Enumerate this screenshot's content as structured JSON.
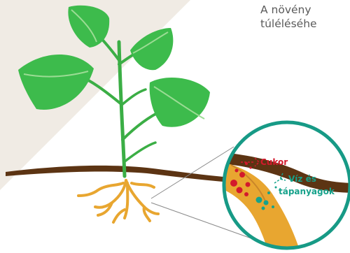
{
  "caption": {
    "line1": "A növény",
    "line2": "túléléséhe"
  },
  "inset": {
    "sugar_label": "Cukor",
    "water_label_line1": "Víz és",
    "water_label_line2": "tápanyagok"
  },
  "colors": {
    "background_triangle": "#f0ebe4",
    "leaf": "#3dbb4c",
    "leaf_vein": "#9bdc94",
    "stem": "#3bae45",
    "soil": "#5c3413",
    "root": "#e8a630",
    "inset_border": "#179a86",
    "sugar": "#d3192c",
    "water": "#16a28b"
  }
}
